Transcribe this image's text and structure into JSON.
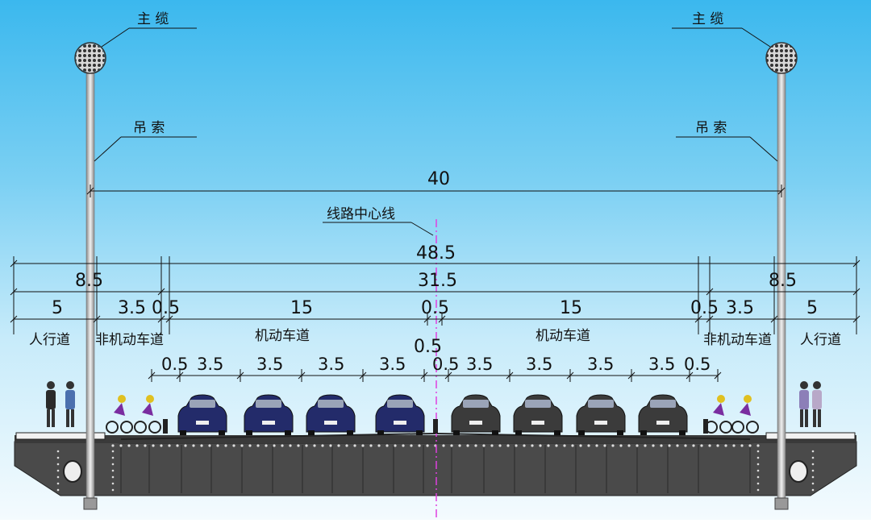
{
  "cables": {
    "main_cable_label": "主 缆",
    "hanger_label": "吊 索"
  },
  "centerline_label": "线路中心线",
  "dimensions": {
    "hanger_spacing": "40",
    "total_width": "48.5",
    "side_width": "8.5",
    "middle_width": "31.5",
    "sidewalk": "5",
    "bike_lane": "3.5",
    "divider": "0.5",
    "carriageway": "15",
    "median_strip": "0.5",
    "median": "0.5",
    "lane": "3.5",
    "edge_strip": "0.5"
  },
  "zones": {
    "sidewalk": "人行道",
    "bike_lane": "非机动车道",
    "motor_lane": "机动车道"
  },
  "colors": {
    "deck": "#4a4a4a",
    "centerline": "#e040e0",
    "car_left": "#232b6a",
    "car_right": "#3b3b3b"
  }
}
